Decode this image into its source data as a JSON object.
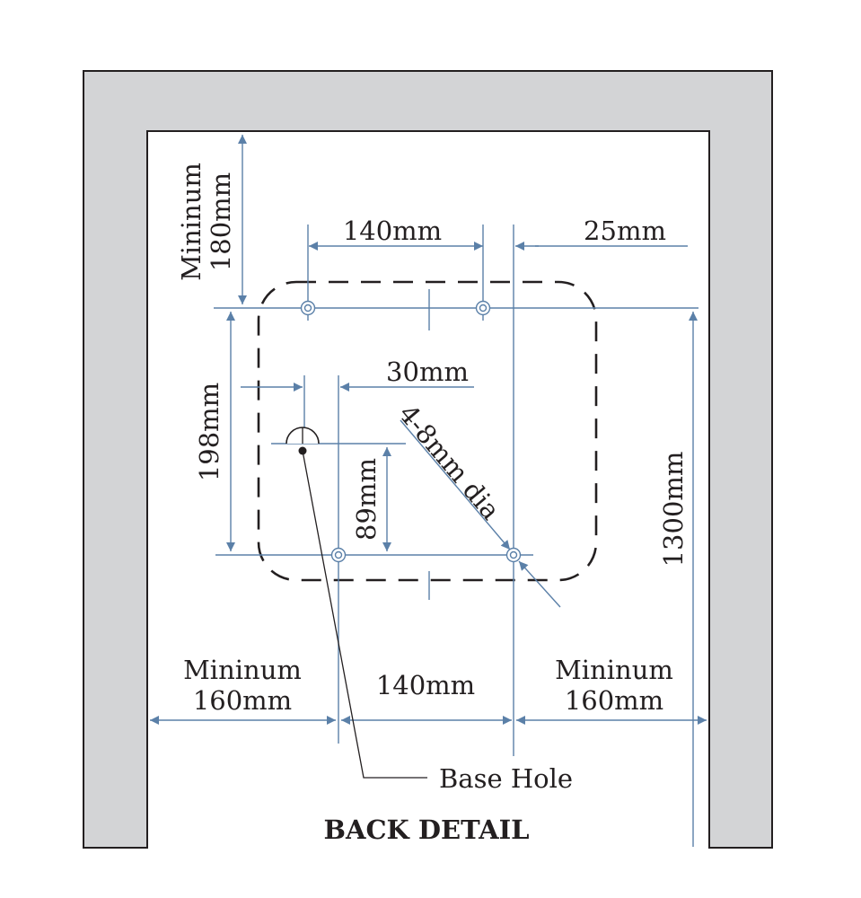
{
  "labels": {
    "top_minimum_line1": "Mininum",
    "top_minimum_line2": "180mm",
    "top_spacing": "140mm",
    "right_offset": "25mm",
    "offset_30": "30mm",
    "height_198": "198mm",
    "height_89": "89mm",
    "hole_diameter": "4-8mm dia",
    "height_1300": "1300mm",
    "left_minimum_line1": "Mininum",
    "left_minimum_line2": "160mm",
    "bottom_spacing": "140mm",
    "right_minimum_line1": "Mininum",
    "right_minimum_line2": "160mm",
    "base_hole": "Base Hole",
    "title": "BACK DETAIL"
  },
  "colors": {
    "wall_fill": "#d3d4d6",
    "wall_stroke": "#231f20",
    "dimension_line": "#5b80a8",
    "text": "#231f20"
  }
}
